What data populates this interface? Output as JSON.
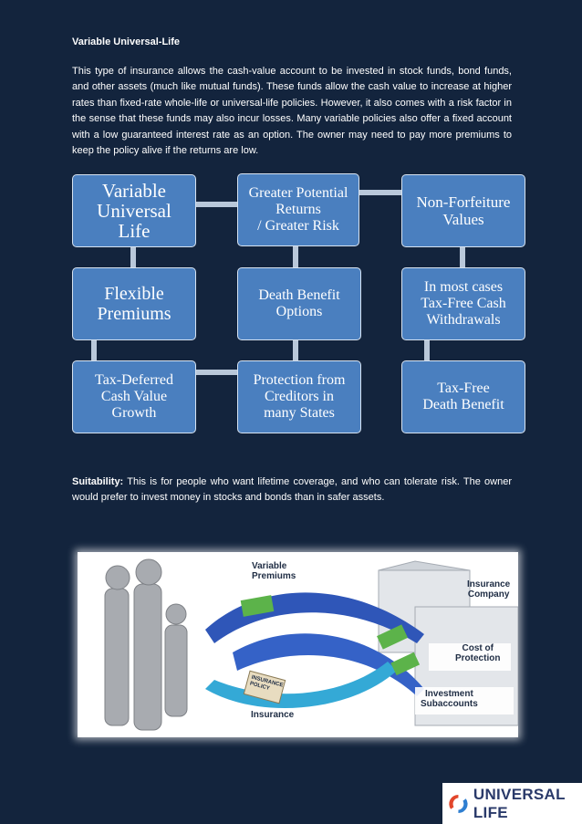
{
  "section": {
    "heading": "Variable Universal-Life",
    "paragraph": "This type of insurance allows the cash-value account to be invested in stock funds, bond funds, and other assets (much like mutual funds). These funds allow the cash value to increase at higher rates than fixed-rate whole-life or universal-life policies. However, it also comes with a risk factor in the sense that these funds may also incur losses. Many variable policies also offer a fixed account with a low guaranteed interest rate as an option. The owner may need to pay more premiums to keep the policy alive if the returns are low."
  },
  "diagram": {
    "boxes": [
      {
        "text": "Variable\nUniversal Life"
      },
      {
        "text": "Greater Potential\nReturns\n/ Greater Risk"
      },
      {
        "text": "Non-Forfeiture\nValues"
      },
      {
        "text": "Flexible\nPremiums"
      },
      {
        "text": "Death Benefit\nOptions"
      },
      {
        "text": "In most cases\nTax-Free Cash\nWithdrawals"
      },
      {
        "text": "Tax-Deferred\nCash Value\nGrowth"
      },
      {
        "text": "Protection from\nCreditors  in\nmany States"
      },
      {
        "text": "Tax-Free\nDeath Benefit"
      }
    ],
    "box_color": "#4a7fbf",
    "connector_color": "#b9c8da"
  },
  "suitability": {
    "label": "Suitability:",
    "text": " This is for people who want lifetime coverage, and who can tolerate risk. The owner would prefer to invest money in stocks and bonds than in safer assets."
  },
  "illustration": {
    "labels": {
      "premiums": "Variable\nPremiums",
      "company": "Insurance\nCompany",
      "cost": "Cost of\nProtection",
      "subaccounts": "Investment\nSubaccounts",
      "insurance": "Insurance",
      "policy": "INSURANCE\nPOLICY"
    }
  },
  "logo": {
    "text": "UNIVERSAL LIFE"
  }
}
